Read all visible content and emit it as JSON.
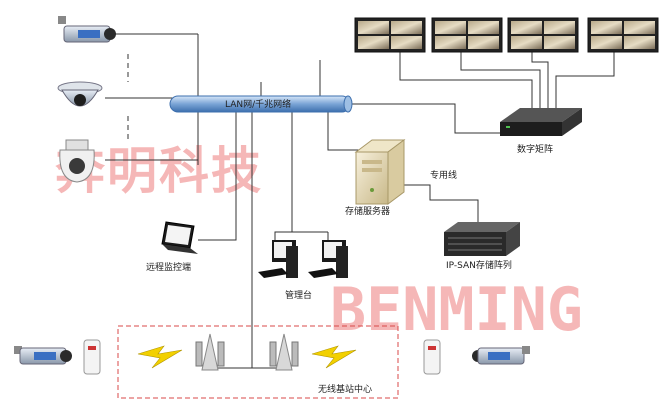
{
  "labels": {
    "network": "LAN网/千兆网络",
    "matrix": "数字矩阵",
    "storage_server": "存储服务器",
    "dedicated_line": "专用线",
    "ipsan": "IP-SAN存储阵列",
    "remote_monitor": "远程监控端",
    "management": "管理台",
    "wireless_center": "无线基站中心"
  },
  "watermark": {
    "cn": "奔明科技",
    "en": "BENMING"
  },
  "colors": {
    "bus": "#7aa4d6",
    "line": "#333333",
    "dashed_box": "#d84848",
    "watermark": "#f2a0a0",
    "lightning": "#f2d000"
  },
  "icons": {
    "camera": "bullet-camera-icon",
    "dome": "dome-camera-icon",
    "ptz": "ptz-speed-dome-icon",
    "monitor": "video-wall-monitor-icon",
    "matrix": "digital-matrix-icon",
    "server": "storage-server-icon",
    "san": "ip-san-array-icon",
    "laptop": "laptop-icon",
    "desktop": "desktop-pc-icon",
    "antenna": "base-station-antenna-icon",
    "bridge": "wireless-bridge-icon",
    "lightning": "lightning-icon"
  }
}
